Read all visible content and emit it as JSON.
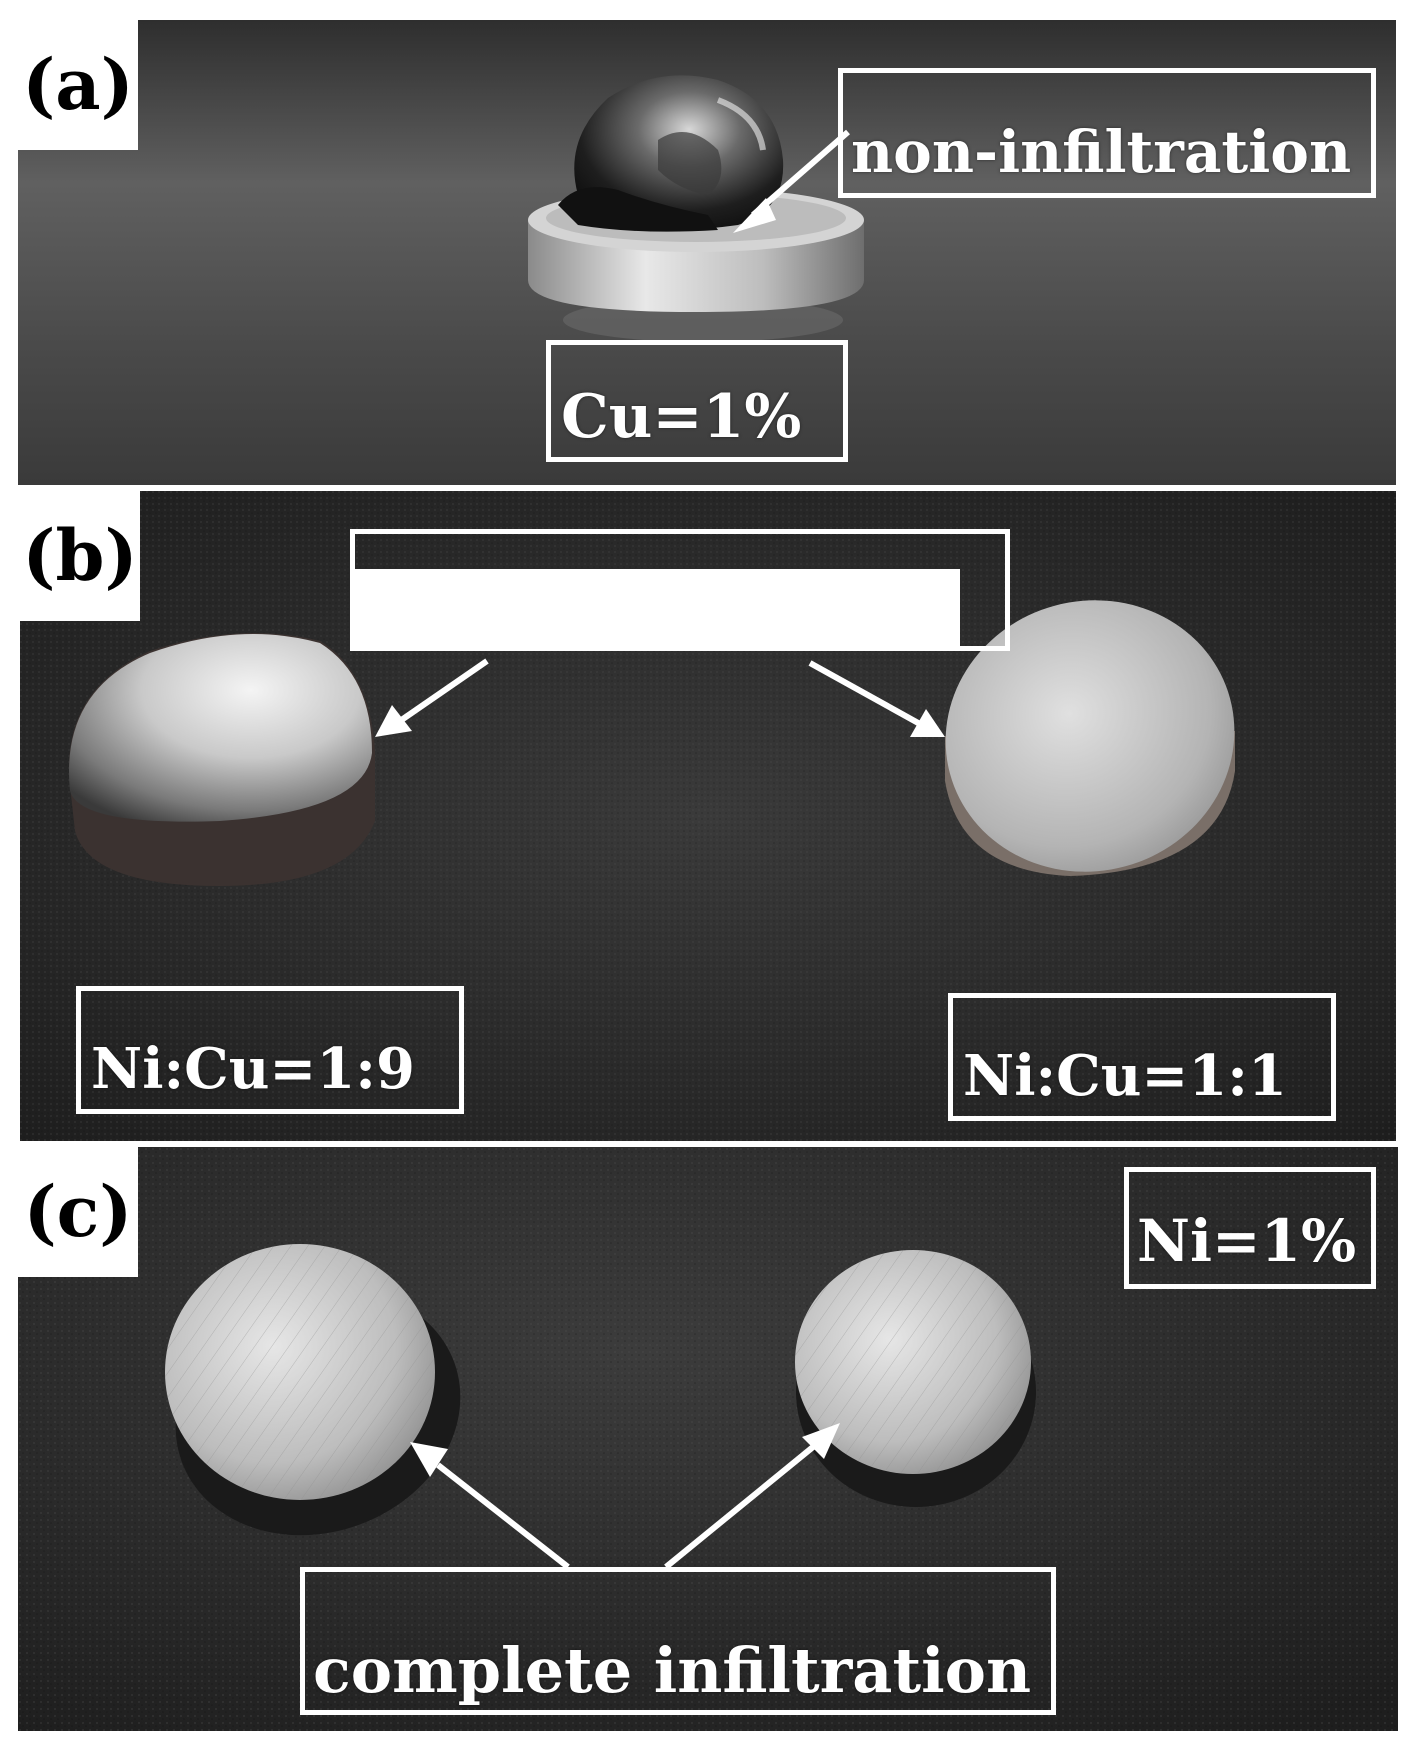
{
  "figure": {
    "panels": [
      {
        "letter": "(a)",
        "labels": {
          "composition": "Cu=1%",
          "result": "non-infiltration"
        }
      },
      {
        "letter": "(b)",
        "labels": {
          "left": "Ni:Cu=1:9",
          "right": "Ni:Cu=1:1"
        }
      },
      {
        "letter": "(c)",
        "labels": {
          "composition": "Ni=1%",
          "result": "complete infiltration"
        }
      }
    ]
  },
  "colors": {
    "label": "#ffffff",
    "background_a": "#4a4a4a",
    "background_bc": "#262626"
  }
}
